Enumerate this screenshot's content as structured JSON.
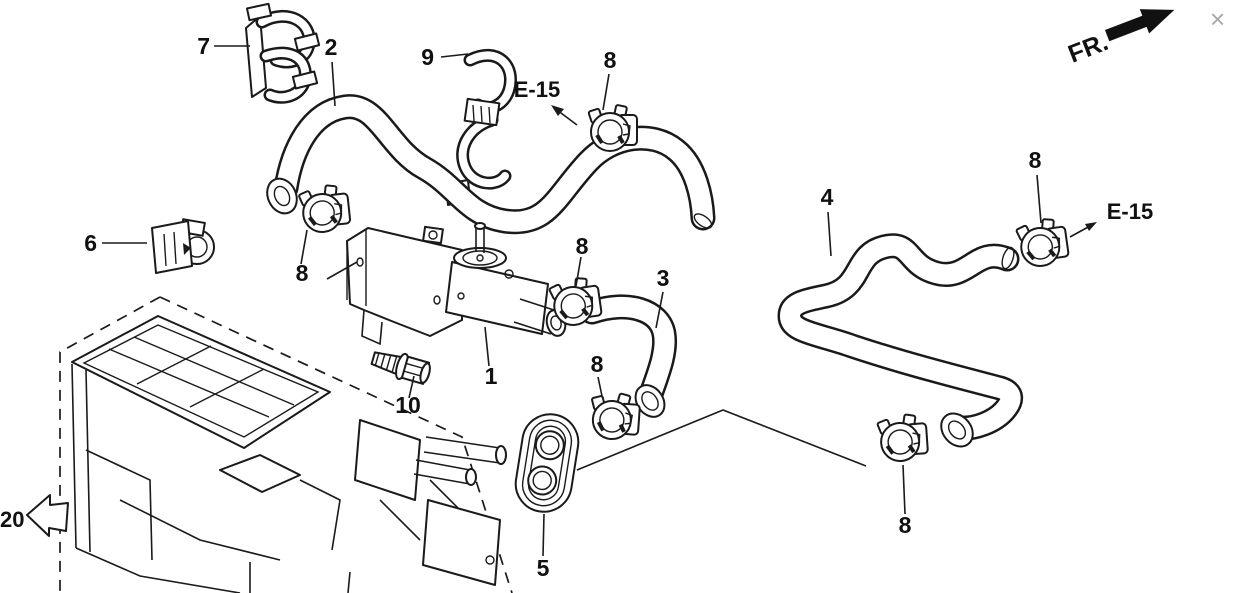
{
  "window": {
    "close_icon": "×"
  },
  "diagram": {
    "description_type": "exploded-parts-diagram",
    "orientation_label": "FR.",
    "refs": {
      "e15_top": "E-15",
      "e15_right": "E-15",
      "view_20": "20"
    },
    "callouts": {
      "1": "1",
      "2": "2",
      "3": "3",
      "4": "4",
      "5": "5",
      "6": "6",
      "7": "7",
      "8": "8",
      "9": "9",
      "10": "10"
    },
    "colors": {
      "line": "#1a1a1a",
      "background": "#ffffff",
      "close_icon": "#a8a8a8"
    }
  }
}
